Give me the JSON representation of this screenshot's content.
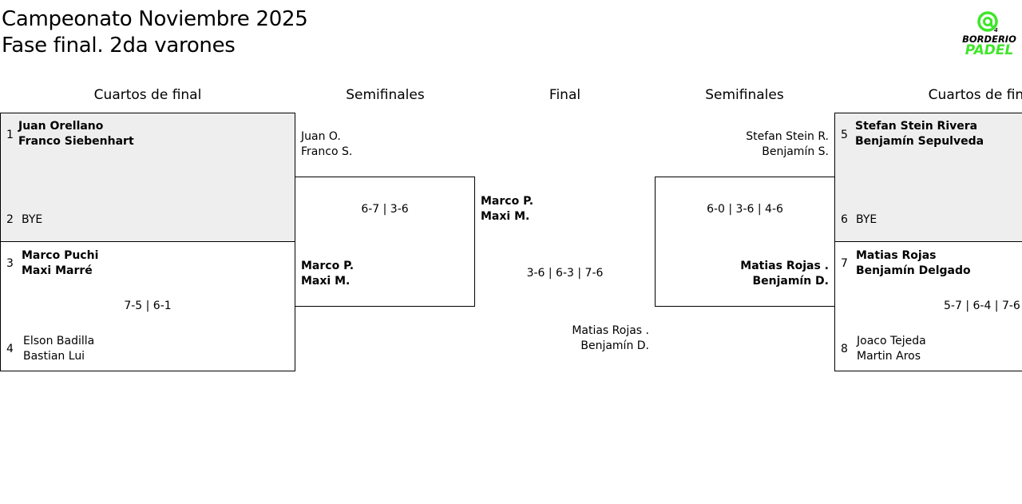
{
  "header": {
    "title_line1": "Campeonato Noviembre 2025",
    "title_line2": "Fase final. 2da varones"
  },
  "logo": {
    "icon": "padel-at-icon",
    "line1": "BORDERIO",
    "line2": "PADEL",
    "accent_color": "#3ee62a"
  },
  "columns": {
    "left_quarters": "Cuartos de final",
    "left_semis": "Semifinales",
    "final": "Final",
    "right_semis": "Semifinales",
    "right_quarters": "Cuartos de final"
  },
  "left_quarters": {
    "match1": {
      "seed_a": "1",
      "team_a": [
        "Juan Orellano",
        "Franco Siebenhart"
      ],
      "seed_b": "2",
      "team_b": [
        "BYE"
      ]
    },
    "match2": {
      "seed_a": "3",
      "team_a": [
        "Marco Puchi",
        "Maxi Marré"
      ],
      "score": "7-5 | 6-1",
      "seed_b": "4",
      "team_b": [
        "Elson Badilla",
        "Bastian Lui"
      ]
    }
  },
  "left_semi": {
    "team_a": [
      "Juan O.",
      "Franco S."
    ],
    "score": "6-7 | 3-6",
    "team_b": [
      "Marco P.",
      "Maxi M."
    ]
  },
  "final": {
    "team_a": [
      "Marco P.",
      "Maxi M."
    ],
    "score": "3-6 | 6-3 | 7-6",
    "team_b": [
      "Matias Rojas .",
      "Benjamín D."
    ]
  },
  "right_semi": {
    "team_a": [
      "Stefan Stein R.",
      "Benjamín S."
    ],
    "score": "6-0 | 3-6 | 4-6",
    "team_b": [
      "Matias Rojas .",
      "Benjamín D."
    ]
  },
  "right_quarters": {
    "match1": {
      "seed_a": "5",
      "team_a": [
        "Stefan Stein Rivera",
        "Benjamín Sepulveda"
      ],
      "seed_b": "6",
      "team_b": [
        "BYE"
      ]
    },
    "match2": {
      "seed_a": "7",
      "team_a": [
        "Matias Rojas",
        "Benjamín Delgado"
      ],
      "score": "5-7 | 6-4 | 7-6",
      "seed_b": "8",
      "team_b": [
        "Joaco Tejeda",
        "Martin Aros"
      ]
    }
  }
}
